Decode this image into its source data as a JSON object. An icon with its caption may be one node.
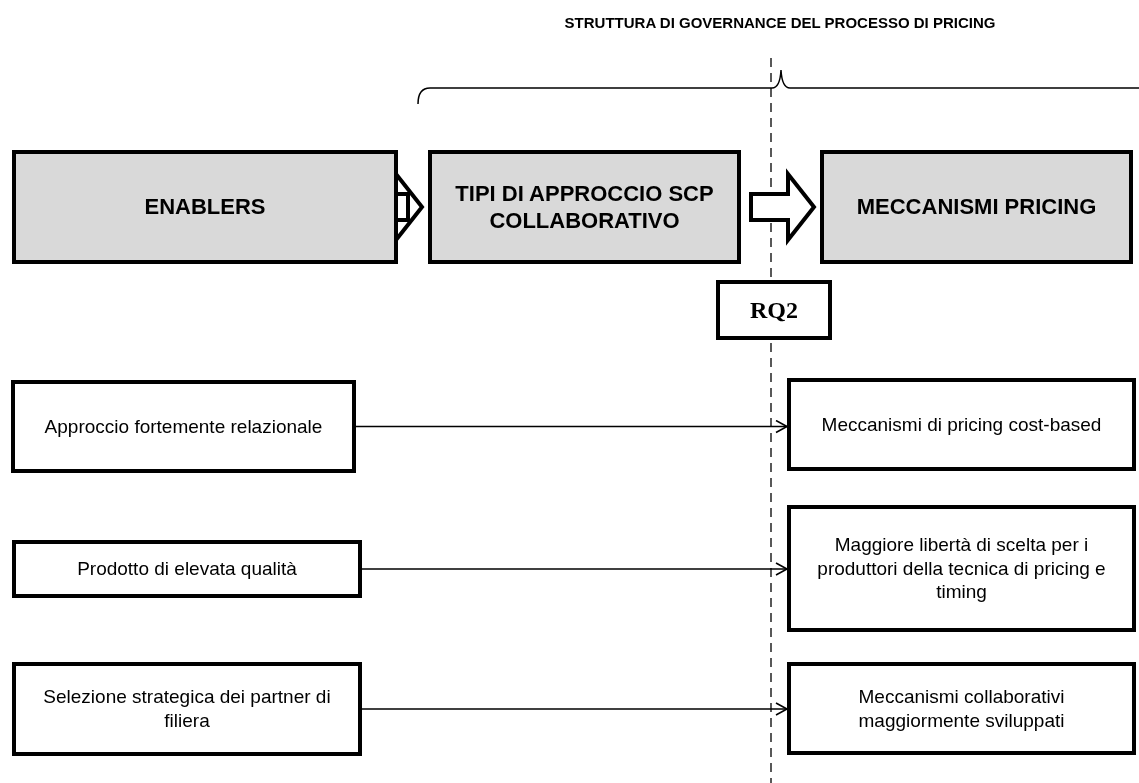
{
  "diagram": {
    "nodes": [
      {
        "text": [
          "ENABLERS"
        ]
      },
      {
        "text": [
          "TIPI DI APPROCCIO SCP COLLABORATIVO"
        ]
      },
      {
        "text": [
          "MECCANISMI PRICING"
        ]
      },
      {
        "text": [
          "RQ2"
        ]
      },
      {
        "text": [
          "Approccio fortemente relazionale"
        ]
      },
      {
        "text": [
          "Meccanismi di pricing cost-based"
        ]
      },
      {
        "text": [
          "Prodotto di elevata qualità"
        ]
      },
      {
        "text": [
          "Maggiore libertà di scelta per i produttori della tecnica di pricing e timing"
        ]
      },
      {
        "text": [
          "Selezione strategica dei partner di filiera"
        ]
      },
      {
        "text": [
          "Meccanismi collaborativi maggiormente sviluppati"
        ]
      }
    ],
    "edges": [
      {
        "from": 0,
        "to": 1,
        "arrow": "to",
        "style": "thick"
      },
      {
        "from": 1,
        "to": 2,
        "arrow": "to",
        "style": "thick"
      },
      {
        "from": 4,
        "to": 5,
        "arrow": "to"
      },
      {
        "from": 6,
        "to": 7,
        "arrow": "to"
      },
      {
        "from": 8,
        "to": 9,
        "arrow": "to"
      }
    ],
    "labels": [
      "STRUTTURA DI GOVERNANCE DEL PROCESSO DI PRICING"
    ]
  }
}
